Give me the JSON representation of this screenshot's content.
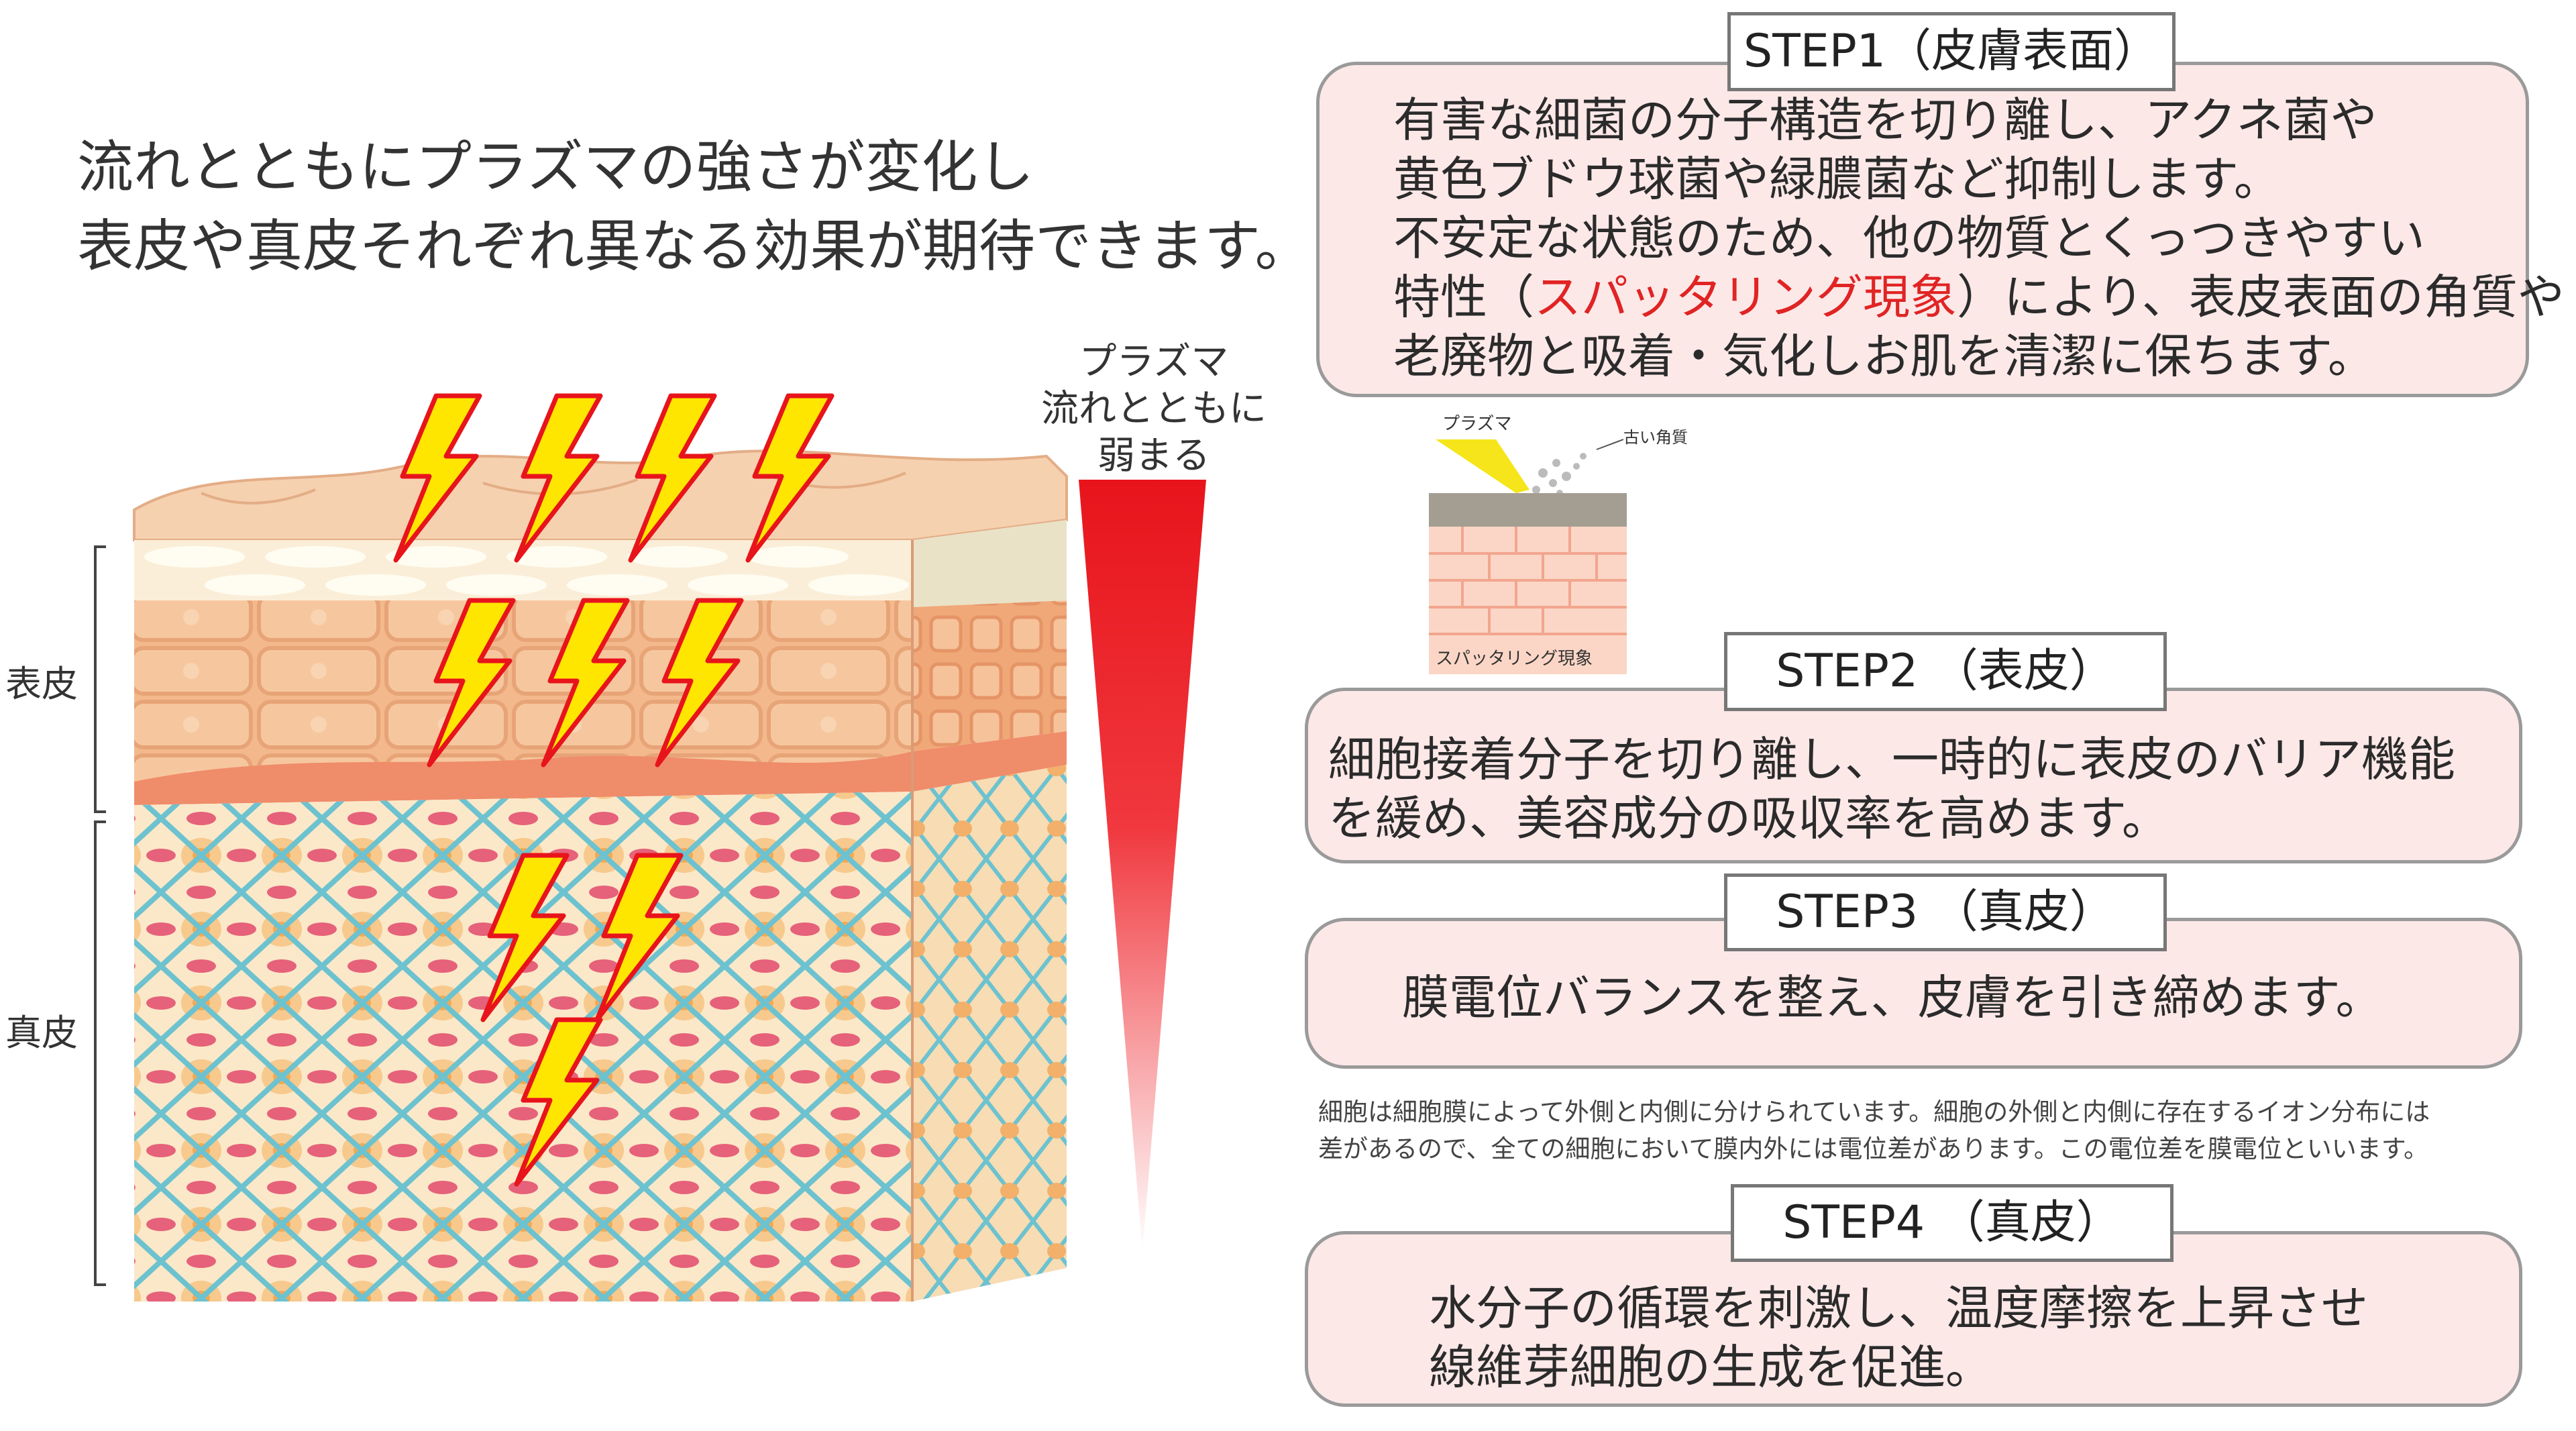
{
  "headline": {
    "line1": "流れとともにプラズマの強さが変化し",
    "line2": "表皮や真皮それぞれ異なる効果が期待できます。"
  },
  "skin_labels": {
    "epidermis": "表皮",
    "dermis": "真皮"
  },
  "plasma_indicator": {
    "line1": "プラズマ",
    "line2": "流れとともに",
    "line3": "弱まる",
    "color_top": "#e8141b",
    "color_bottom": "#ffffff"
  },
  "steps": [
    {
      "title": "STEP1（皮膚表面）",
      "lines": [
        "有害な細菌の分子構造を切り離し、アクネ菌や",
        "黄色ブドウ球菌や緑膿菌など抑制します。",
        "不安定な状態のため、他の物質とくっつきやすい"
      ],
      "line4_pre": "特性（",
      "line4_red": "スパッタリング現象",
      "line4_post": "）により、表皮表面の角質や",
      "line5": "老廃物と吸着・気化しお肌を清潔に保ちます。"
    },
    {
      "title": "STEP2 （表皮）",
      "lines": [
        "細胞接着分子を切り離し、一時的に表皮のバリア機能",
        "を緩め、美容成分の吸収率を高めます。"
      ]
    },
    {
      "title": "STEP3 （真皮）",
      "lines": [
        "膜電位バランスを整え、皮膚を引き締めます。"
      ]
    },
    {
      "title": "STEP4 （真皮）",
      "lines": [
        "水分子の循環を刺激し、温度摩擦を上昇させ",
        "線維芽細胞の生成を促進。"
      ]
    }
  ],
  "sputter_figure": {
    "plasma_label": "プラズマ",
    "old_keratin_label": "古い角質",
    "caption": "スパッタリング現象"
  },
  "note": {
    "line1": "細胞は細胞膜によって外側と内側に分けられています。細胞の外側と内側に存在するイオン分布には",
    "line2": "差があるので、全ての細胞において膜内外には電位差があります。この電位差を膜電位といいます。"
  },
  "colors": {
    "box_fill": "#fde8e8",
    "bolt_fill": "#ffe600",
    "bolt_stroke": "#e8141b",
    "highlight_red": "#e02424"
  }
}
